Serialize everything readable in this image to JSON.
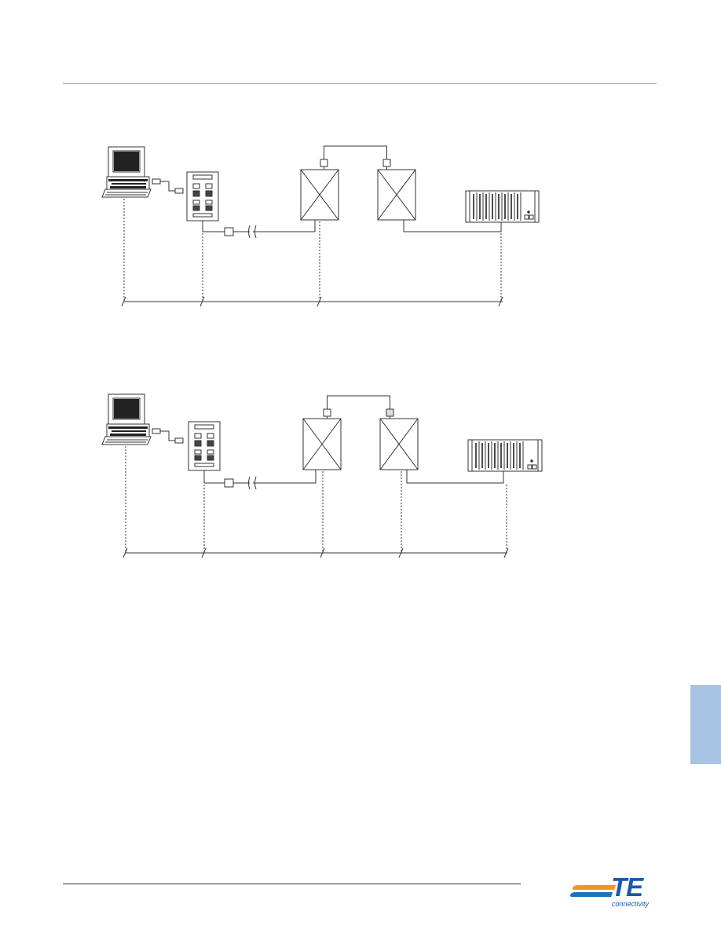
{
  "brand": {
    "logo_text": "TE",
    "logo_subtext": "connectivity"
  },
  "colors": {
    "accent_rule": "#d9a72b",
    "side_tab": "#a8c4e4",
    "line": "#333333",
    "logo_blue": "#1c75bc",
    "logo_orange": "#f7941d",
    "logo_text": "#1a5aa8"
  },
  "icons": [
    "computer-workstation-icon",
    "adapter-plug-icon",
    "control-panel-icon",
    "connector-block-icon",
    "junction-box-icon",
    "relay-rack-icon"
  ],
  "diagrams": [
    {
      "id": "diagram-1",
      "junction_boxes": 2,
      "dimension_segments": 3
    },
    {
      "id": "diagram-2",
      "junction_boxes": 2,
      "dimension_segments": 4
    }
  ]
}
